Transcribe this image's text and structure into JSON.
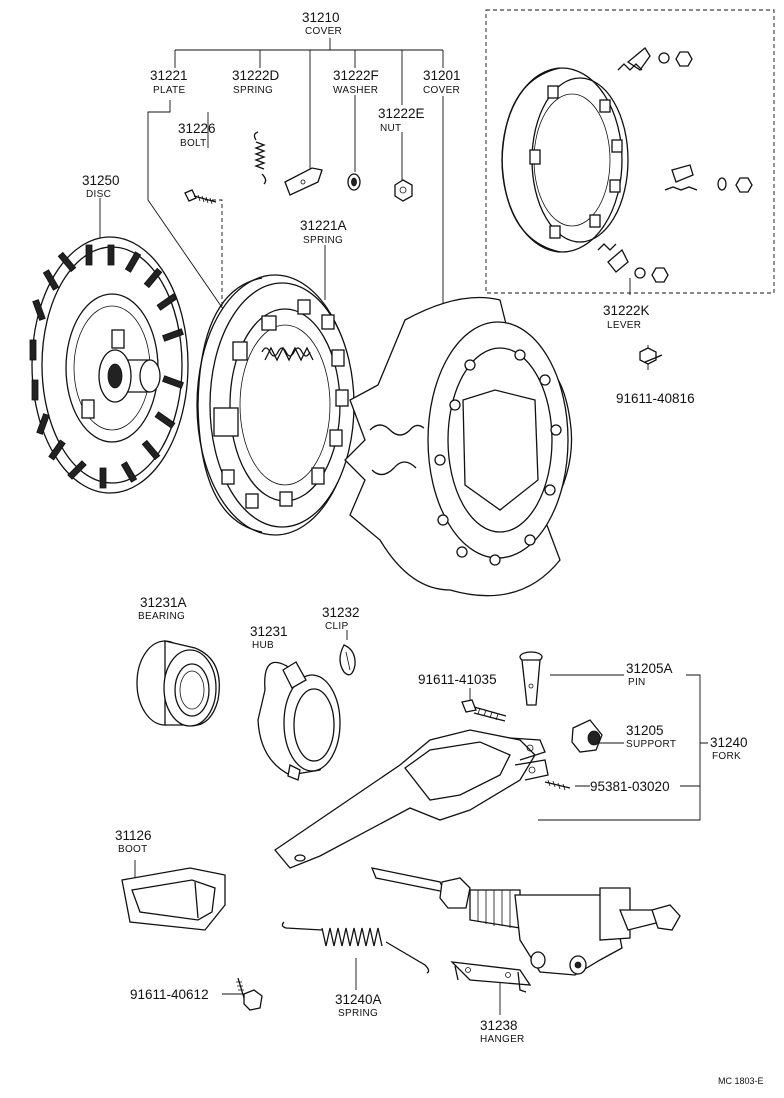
{
  "labels": {
    "p31210": {
      "number": "31210",
      "name": "COVER"
    },
    "p31221": {
      "number": "31221",
      "name": "PLATE"
    },
    "p31222D": {
      "number": "31222D",
      "name": "SPRING"
    },
    "p31222F": {
      "number": "31222F",
      "name": "WASHER"
    },
    "p31201": {
      "number": "31201",
      "name": "COVER"
    },
    "p31222E": {
      "number": "31222E",
      "name": "NUT"
    },
    "p31226": {
      "number": "31226",
      "name": "BOLT"
    },
    "p31250": {
      "number": "31250",
      "name": "DISC"
    },
    "p31221A": {
      "number": "31221A",
      "name": "SPRING"
    },
    "p31222K": {
      "number": "31222K",
      "name": "LEVER"
    },
    "p91611_40816": {
      "number": "91611-40816"
    },
    "p31231A": {
      "number": "31231A",
      "name": "BEARING"
    },
    "p31231": {
      "number": "31231",
      "name": "HUB"
    },
    "p31232": {
      "number": "31232",
      "name": "CLIP"
    },
    "p91611_41035": {
      "number": "91611-41035"
    },
    "p31205A": {
      "number": "31205A",
      "name": "PIN"
    },
    "p31205": {
      "number": "31205",
      "name": "SUPPORT"
    },
    "p31240": {
      "number": "31240",
      "name": "FORK"
    },
    "p95381_03020": {
      "number": "95381-03020"
    },
    "p31126": {
      "number": "31126",
      "name": "BOOT"
    },
    "p91611_40612": {
      "number": "91611-40612"
    },
    "p31240A": {
      "number": "31240A",
      "name": "SPRING"
    },
    "p31238": {
      "number": "31238",
      "name": "HANGER"
    }
  },
  "footer_code": "MC 1803-E"
}
